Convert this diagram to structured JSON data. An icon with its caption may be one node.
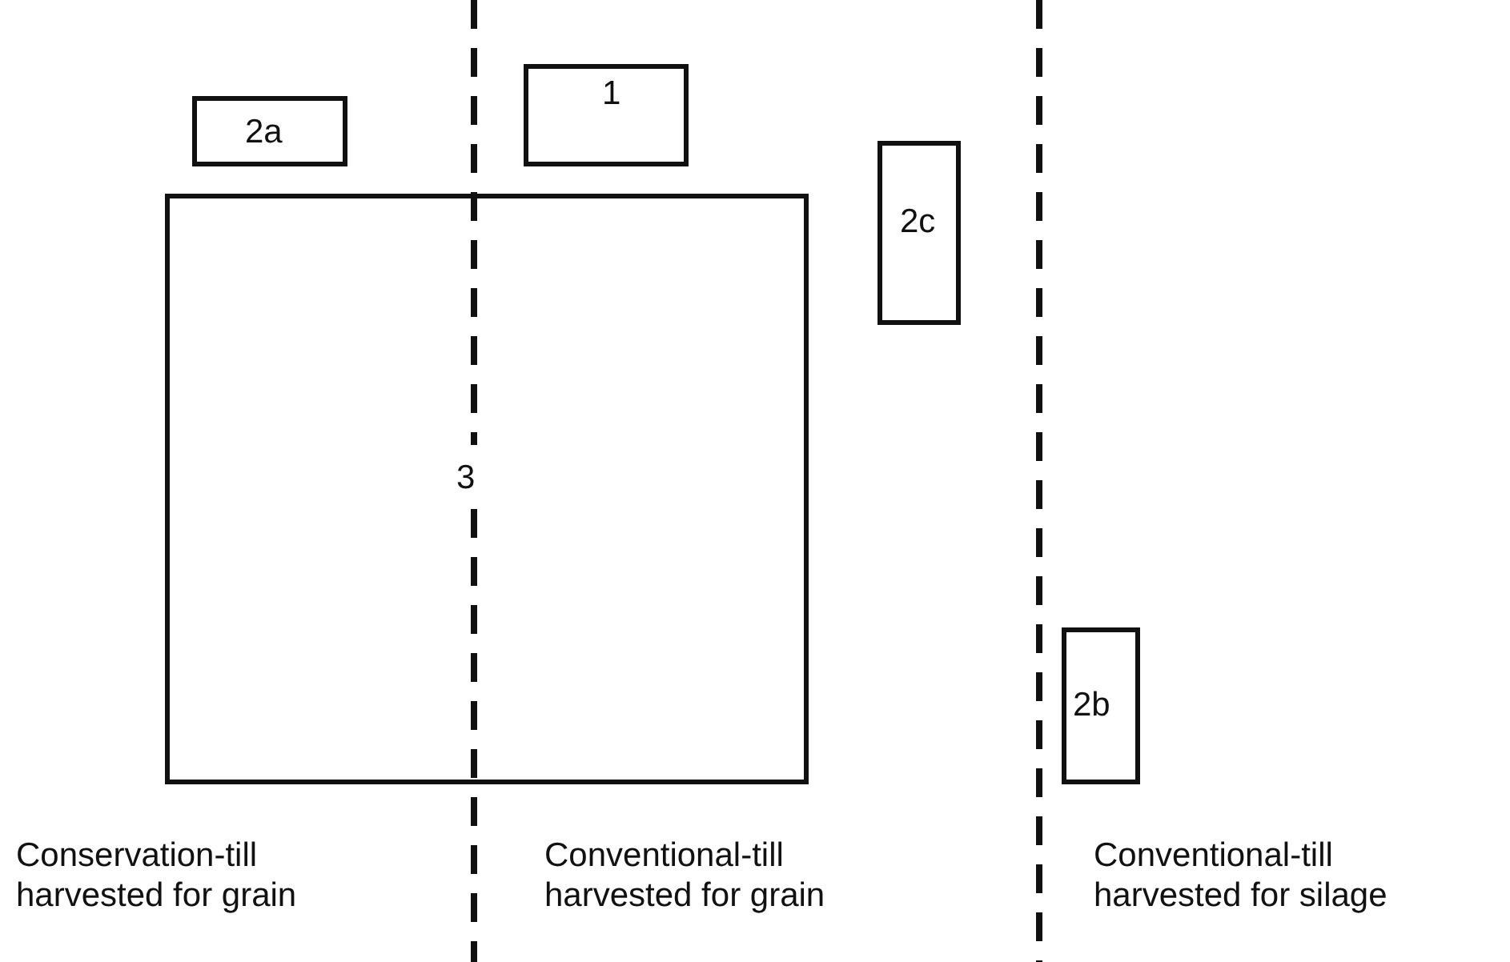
{
  "diagram": {
    "nodes": [
      {
        "text": [
          "1"
        ]
      },
      {
        "text": [
          "2a"
        ]
      },
      {
        "text": [
          "2c"
        ]
      },
      {
        "text": [],
        "shape": "box"
      },
      {
        "text": [
          "2b"
        ]
      }
    ],
    "labels": [
      "3",
      "Conservation-till harvested for grain",
      "Conventional-till harvested for grain",
      "Conventional-till harvested for silage"
    ]
  }
}
